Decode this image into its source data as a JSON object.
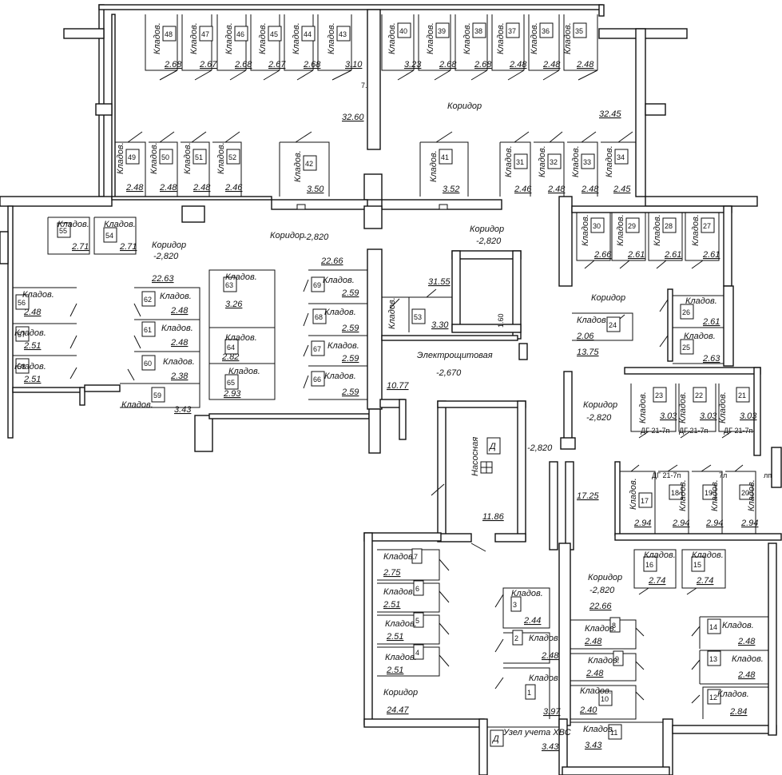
{
  "plan": {
    "labels": {
      "corridor": "Коридор",
      "storage": "Кладов.",
      "electrical": "Электрощитовая",
      "pump": "Насосная",
      "meter_node": "Узел учета ХВС",
      "door_tag": "Д",
      "door_type": "ДГ 21-7п"
    },
    "levels": {
      "main": "-2,820",
      "electrical": "-2,670"
    },
    "corridor_areas": [
      "32.60",
      "32.45",
      "22.66",
      "22.63",
      "31.55",
      "13.75",
      "10.77",
      "17.25",
      "11.86",
      "22.66",
      "24.47"
    ],
    "small_marks": {
      "a": "1.60",
      "b": "7.",
      "c": "7л",
      "d": "лп"
    },
    "rooms": [
      {
        "n": "48",
        "a": "2.68"
      },
      {
        "n": "47",
        "a": "2.67"
      },
      {
        "n": "46",
        "a": "2.68"
      },
      {
        "n": "45",
        "a": "2.67"
      },
      {
        "n": "44",
        "a": "2.68"
      },
      {
        "n": "43",
        "a": "3.10"
      },
      {
        "n": "40",
        "a": "3.23"
      },
      {
        "n": "39",
        "a": "2.68"
      },
      {
        "n": "38",
        "a": "2.68"
      },
      {
        "n": "37",
        "a": "2.48"
      },
      {
        "n": "36",
        "a": "2.48"
      },
      {
        "n": "35",
        "a": "2.48"
      },
      {
        "n": "49",
        "a": "2.48"
      },
      {
        "n": "50",
        "a": "2.48"
      },
      {
        "n": "51",
        "a": "2.48"
      },
      {
        "n": "52",
        "a": "2.46"
      },
      {
        "n": "42",
        "a": "3.50"
      },
      {
        "n": "41",
        "a": "3.52"
      },
      {
        "n": "31",
        "a": "2.46"
      },
      {
        "n": "32",
        "a": "2.48"
      },
      {
        "n": "33",
        "a": "2.48"
      },
      {
        "n": "34",
        "a": "2.45"
      },
      {
        "n": "55",
        "a": "2.71"
      },
      {
        "n": "54",
        "a": "2.71"
      },
      {
        "n": "30",
        "a": "2.66"
      },
      {
        "n": "29",
        "a": "2.61"
      },
      {
        "n": "28",
        "a": "2.61"
      },
      {
        "n": "27",
        "a": "2.61"
      },
      {
        "n": "63",
        "a": "3.26"
      },
      {
        "n": "69",
        "a": "2.59"
      },
      {
        "n": "68",
        "a": "2.59"
      },
      {
        "n": "67",
        "a": "2.59"
      },
      {
        "n": "66",
        "a": "2.59"
      },
      {
        "n": "64",
        "a": "2.82"
      },
      {
        "n": "65",
        "a": "2.93"
      },
      {
        "n": "62",
        "a": "2.48"
      },
      {
        "n": "61",
        "a": "2.48"
      },
      {
        "n": "60",
        "a": "2.38"
      },
      {
        "n": "59",
        "a": "3.43"
      },
      {
        "n": "56",
        "a": "2.48"
      },
      {
        "n": "57",
        "a": "2.51"
      },
      {
        "n": "58",
        "a": "2.51"
      },
      {
        "n": "53",
        "a": "3.30"
      },
      {
        "n": "24",
        "a": "2.06"
      },
      {
        "n": "26",
        "a": "2.61"
      },
      {
        "n": "25",
        "a": "2.63"
      },
      {
        "n": "23",
        "a": "3.03"
      },
      {
        "n": "22",
        "a": "3.03"
      },
      {
        "n": "21",
        "a": "3.03"
      },
      {
        "n": "17",
        "a": "2.94"
      },
      {
        "n": "18",
        "a": "2.94"
      },
      {
        "n": "19",
        "a": "2.94"
      },
      {
        "n": "20",
        "a": "2.94"
      },
      {
        "n": "16",
        "a": "2.74"
      },
      {
        "n": "15",
        "a": "2.74"
      },
      {
        "n": "7",
        "a": "2.75"
      },
      {
        "n": "6",
        "a": "2.51"
      },
      {
        "n": "5",
        "a": "2.51"
      },
      {
        "n": "4",
        "a": "2.51"
      },
      {
        "n": "3",
        "a": "2.44"
      },
      {
        "n": "2",
        "a": "2.48"
      },
      {
        "n": "1",
        "a": "3.97"
      },
      {
        "n": "8",
        "a": "2.48"
      },
      {
        "n": "9",
        "a": "2.48"
      },
      {
        "n": "10",
        "a": "2.40"
      },
      {
        "n": "11",
        "a": "3.43"
      },
      {
        "n": "14",
        "a": "2.48"
      },
      {
        "n": "13",
        "a": "2.48"
      },
      {
        "n": "12",
        "a": "2.84"
      }
    ],
    "meter_node_area": "3.43"
  }
}
